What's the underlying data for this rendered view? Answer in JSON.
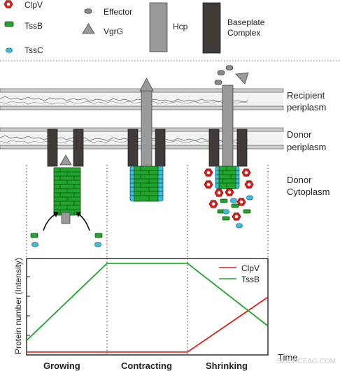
{
  "legend": {
    "clpv": "ClpV",
    "tssb": "TssB",
    "tssc": "TssC",
    "effector": "Effector",
    "vgrg": "VgrG",
    "hcp": "Hcp",
    "baseplate_line1": "Baseplate",
    "baseplate_line2": "Complex"
  },
  "regions": {
    "recipient_l1": "Recipient",
    "recipient_l2": "periplasm",
    "donor_peri_l1": "Donor",
    "donor_peri_l2": "periplasm",
    "donor_cyto_l1": "Donor",
    "donor_cyto_l2": "Cytoplasm"
  },
  "chart_data": {
    "type": "line",
    "ylabel": "Protein number (Intensity)",
    "xlabel": "Time",
    "stages": [
      "Growing",
      "Contracting",
      "Shrinking"
    ],
    "series": [
      {
        "name": "ClpV",
        "color": "#e0201b",
        "points": [
          [
            0.0,
            0.03
          ],
          [
            2.0,
            0.03
          ],
          [
            3.0,
            0.6
          ]
        ]
      },
      {
        "name": "TssB",
        "color": "#21a52d",
        "points": [
          [
            0.0,
            0.15
          ],
          [
            1.0,
            0.95
          ],
          [
            2.0,
            0.95
          ],
          [
            3.0,
            0.3
          ]
        ]
      }
    ],
    "xlim": [
      0,
      3
    ],
    "ylim": [
      0,
      1
    ]
  },
  "colors": {
    "clpv": "#e0201b",
    "tssb": "#21a52d",
    "tssc": "#3bbfe0",
    "effector": "#8a8a8a",
    "hcp": "#999999",
    "baseplate": "#403a38"
  },
  "watermark": "SCIENCEAG.COM"
}
